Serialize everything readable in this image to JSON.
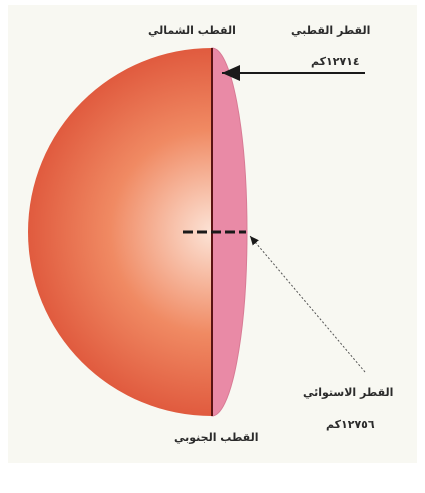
{
  "labels": {
    "north_pole": "القطب الشمالي",
    "south_pole": "القطب الجنوبي",
    "polar_diameter_title": "القطر القطبي",
    "polar_diameter_value": "١٢٧١٤كم",
    "equatorial_diameter_title": "القطر الاستوائي",
    "equatorial_diameter_value": "١٢٧٥٦كم"
  },
  "colors": {
    "background_panel": "#f8f8f2",
    "hemisphere_light": "#fce3d6",
    "hemisphere_mid": "#f08a63",
    "hemisphere_dark": "#e05a3e",
    "cross_section": "#e98aa6",
    "axis_line": "#5a1212",
    "arrow": "#1a1a1a"
  }
}
